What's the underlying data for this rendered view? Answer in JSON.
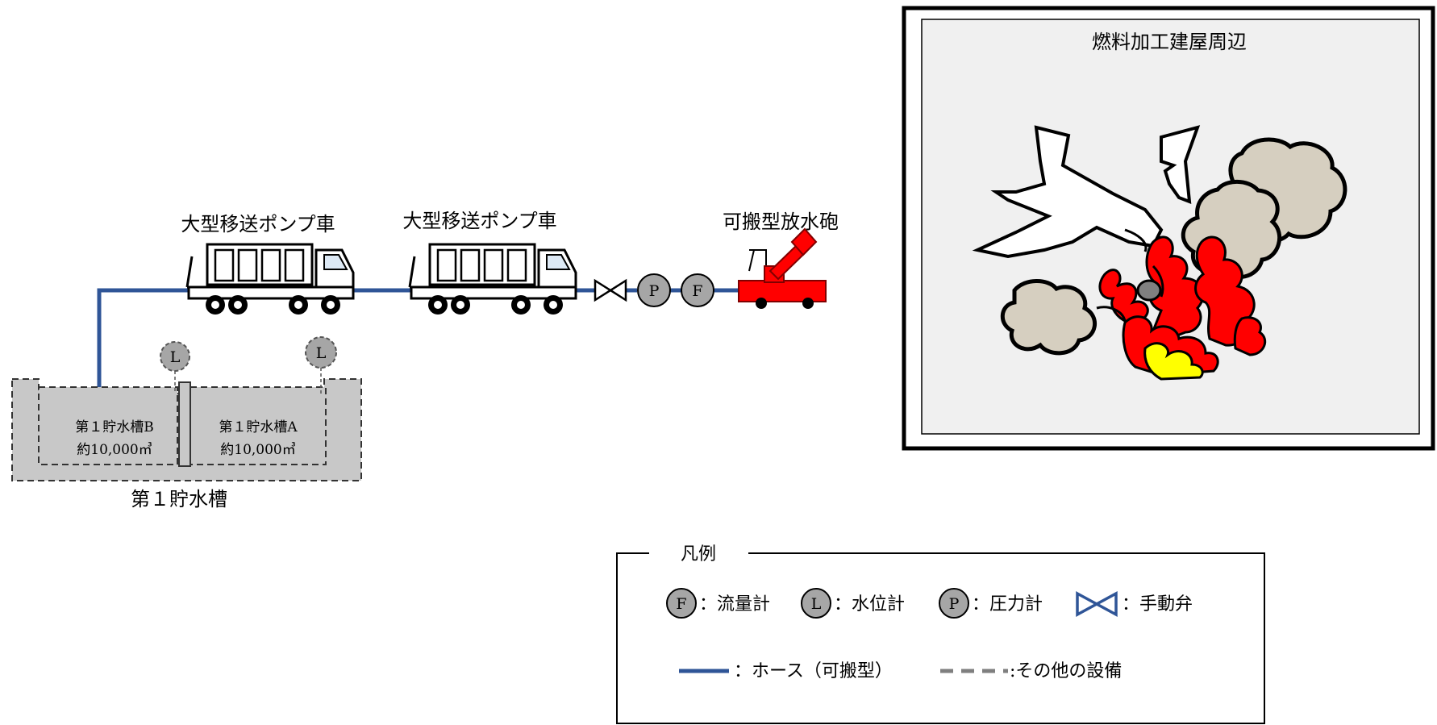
{
  "labels": {
    "truck1": "大型移送ポンプ車",
    "truck2": "大型移送ポンプ車",
    "cannon": "可搬型放水砲",
    "tank_group": "第１貯水槽",
    "tank_b_name": "第１貯水槽B",
    "tank_b_volume": "約10,000㎥",
    "tank_a_name": "第１貯水槽A",
    "tank_a_volume": "約10,000㎥",
    "level_gauge_letter": "L",
    "pressure_gauge_letter": "P",
    "flow_meter_letter": "F"
  },
  "fire_area": {
    "title": "燃料加工建屋周辺"
  },
  "legend": {
    "title": "凡例",
    "flow_letter": "F",
    "flow_text": "：流量計",
    "level_letter": "L",
    "level_text": "：水位計",
    "pressure_letter": "P",
    "pressure_text": "：圧力計",
    "valve_text": "：手動弁",
    "hose_text": "：ホース（可搬型）",
    "other_text": ":その他の設備"
  },
  "icons": {
    "truck": "pump-truck-icon",
    "cannon": "water-cannon-icon",
    "valve": "manual-valve-icon",
    "fire_scene": "aircraft-crash-fire-icon"
  },
  "colors": {
    "hose": "#2f5597",
    "tank_fill": "#c8c8c8",
    "gauge_fill": "#a6a6a6",
    "cannon": "#ff0000",
    "fire_panel": "#f0f0f0",
    "smoke": "#d6cfc0",
    "flame": "#ff0000",
    "flame_core": "#ffff00"
  }
}
